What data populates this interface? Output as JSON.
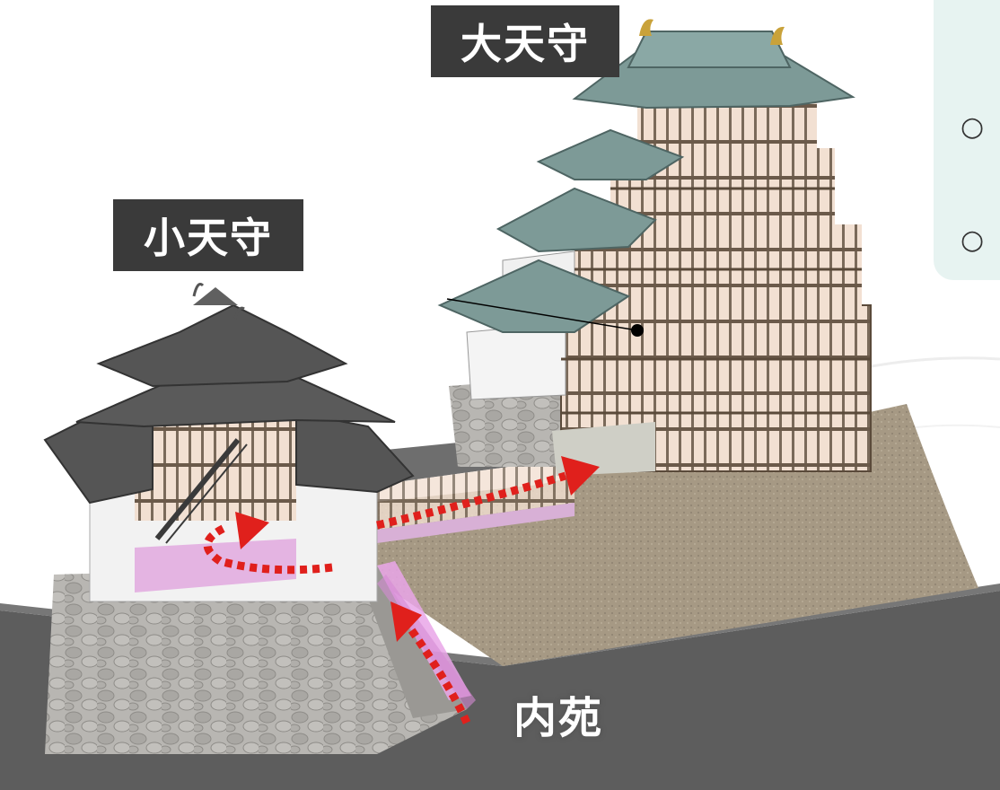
{
  "labels": {
    "main_keep": "大天守",
    "small_keep": "小天守",
    "inner_garden": "内苑"
  },
  "side_panel": {
    "bullets": [
      "○",
      "○"
    ]
  },
  "colors": {
    "label_bg": "#3a3a3a",
    "arrow_red": "#e0201c",
    "path_pink": "#e9a6e8",
    "roof_teal": "#7d9a97",
    "roof_gray": "#555555",
    "stone": "#b9b7b3",
    "earth": "#a39684",
    "road": "#5d5d5d",
    "panel_bg": "#e7f3f1"
  }
}
